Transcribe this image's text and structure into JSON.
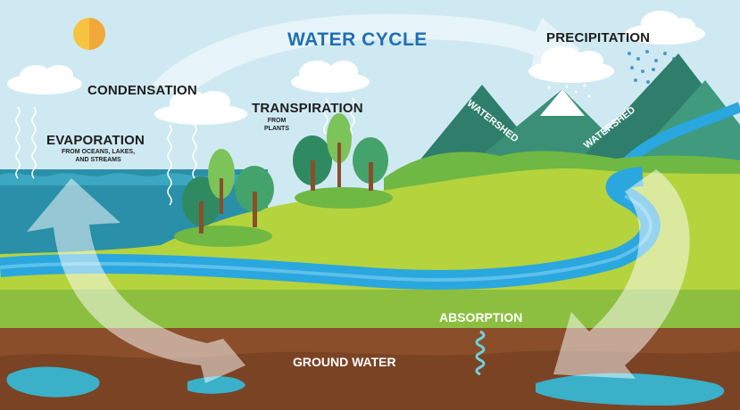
{
  "diagram": {
    "title": "WATER CYCLE",
    "labels": {
      "precipitation": "PRECIPITATION",
      "condensation": "CONDENSATION",
      "transpiration": "TRANSPIRATION",
      "transpiration_sub_1": "FROM",
      "transpiration_sub_2": "PLANTS",
      "evaporation": "EVAPORATION",
      "evaporation_sub_1": "FROM OCEANS, LAKES,",
      "evaporation_sub_2": "AND STREAMS",
      "watershed_left": "WATERSHED",
      "watershed_right": "WATERSHED",
      "absorption": "ABSORPTION",
      "ground_water": "GROUND WATER"
    },
    "colors": {
      "sky": "#cfe9f2",
      "title": "#1f6fb3",
      "ocean": "#2a8fa8",
      "river": "#2aa7de",
      "grass_light": "#b5d33d",
      "grass": "#8cbf3f",
      "soil": "#8a4e2a",
      "mountain": "#2f7d6b",
      "arrow": "#ffffff"
    }
  }
}
